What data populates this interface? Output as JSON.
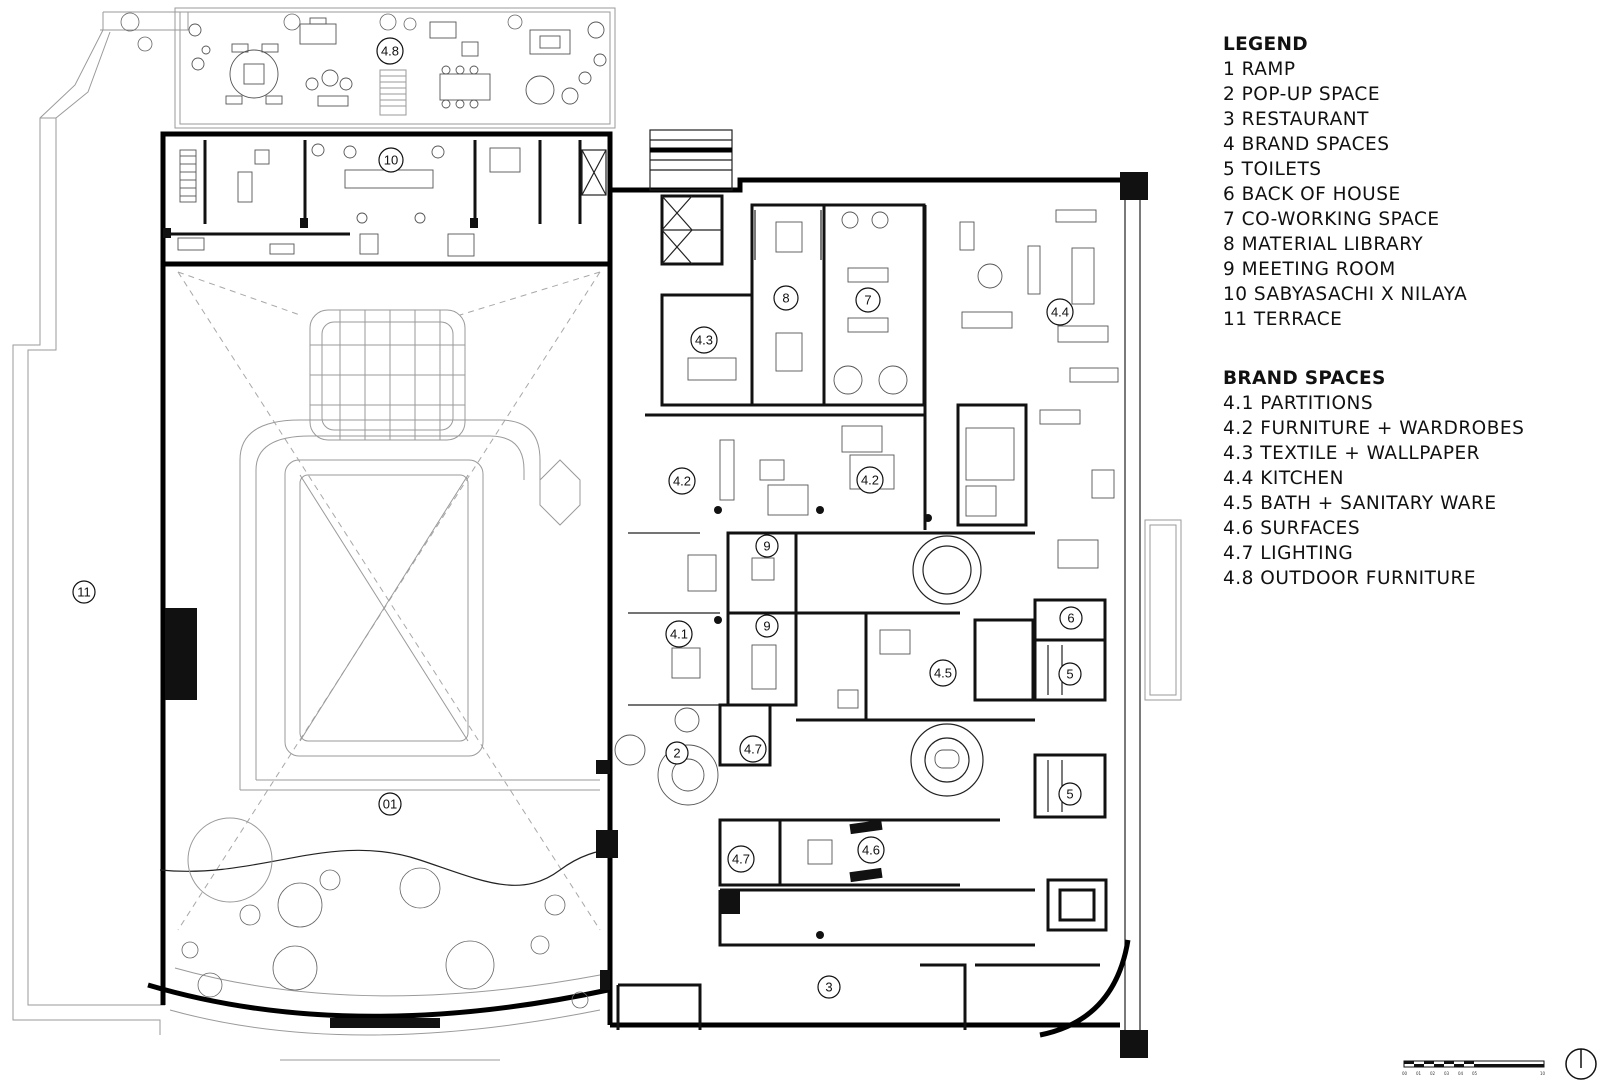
{
  "legend": {
    "title": "LEGEND",
    "items": [
      "1 RAMP",
      "2 POP-UP  SPACE",
      "3 RESTAURANT",
      "4 BRAND SPACES",
      "5 TOILETS",
      "6 BACK OF HOUSE",
      "7 CO-WORKING SPACE",
      "8 MATERIAL LIBRARY",
      "9 MEETING ROOM",
      "10 SABYASACHI X NILAYA",
      "11 TERRACE"
    ]
  },
  "brand_spaces": {
    "title": "BRAND SPACES",
    "items": [
      "4.1 PARTITIONS",
      "4.2 FURNITURE + WARDROBES",
      "4.3 TEXTILE + WALLPAPER",
      "4.4 KITCHEN",
      "4.5 BATH + SANITARY WARE",
      "4.6 SURFACES",
      "4.7 LIGHTING",
      "4.8 OUTDOOR FURNITURE"
    ]
  },
  "plan_labels": {
    "terrace": "11",
    "ramp": "01",
    "outdoor_furniture": "4.8",
    "sabyasachi": "10",
    "material_library": "8",
    "coworking": "7",
    "textile": "4.3",
    "kitchen": "4.4",
    "furniture_left": "4.2",
    "furniture_right": "4.2",
    "meeting_top": "9",
    "meeting_bottom": "9",
    "partitions": "4.1",
    "back_of_house": "6",
    "bath": "4.5",
    "toilets_top": "5",
    "toilets_bottom": "5",
    "popup": "2",
    "lighting_top": "4.7",
    "lighting_bottom": "4.7",
    "surfaces": "4.6",
    "restaurant": "3"
  },
  "scale_bar": {
    "ticks": [
      "00",
      "01",
      "02",
      "03",
      "04",
      "05",
      "10"
    ]
  }
}
